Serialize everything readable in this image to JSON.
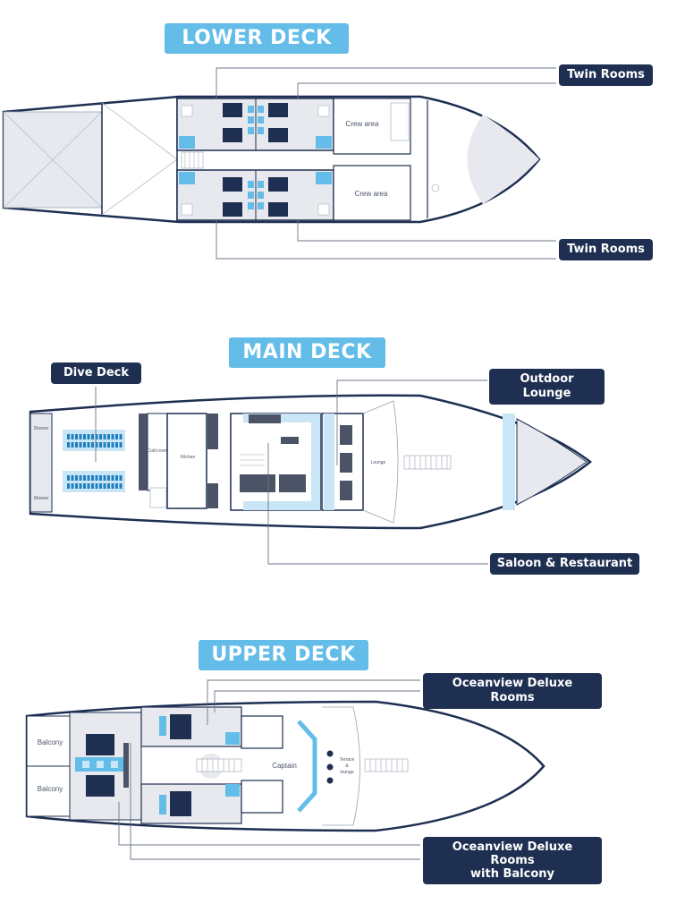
{
  "lower_deck": {
    "title": "LOWER DECK",
    "tag_top": "Twin Rooms",
    "tag_bottom": "Twin Rooms",
    "crew_area_1": "Crew area",
    "crew_area_2": "Crew area"
  },
  "main_deck": {
    "title": "MAIN DECK",
    "tag_dive": "Dive Deck",
    "tag_outdoor": "Outdoor Lounge",
    "tag_saloon": "Saloon & Restaurant",
    "cold_room": "Cold room",
    "kitchen": "Kitchen",
    "lounge": "Lounge",
    "shower_1": "Shower",
    "shower_2": "Shower"
  },
  "upper_deck": {
    "title": "UPPER DECK",
    "tag_oceanview": "Oceanview Deluxe Rooms",
    "tag_balcony_line1": "Oceanview Deluxe Rooms",
    "tag_balcony_line2": "with Balcony",
    "balcony_1": "Balcony",
    "balcony_2": "Balcony",
    "captain": "Captain",
    "terrace_line1": "Terrace",
    "terrace_line2": "&",
    "terrace_line3": "lounge"
  },
  "colors": {
    "navy": "#1e2f52",
    "accent_blue": "#63bde8",
    "light_blue": "#c8e6f5",
    "deck_grey": "#e7e9ee"
  }
}
